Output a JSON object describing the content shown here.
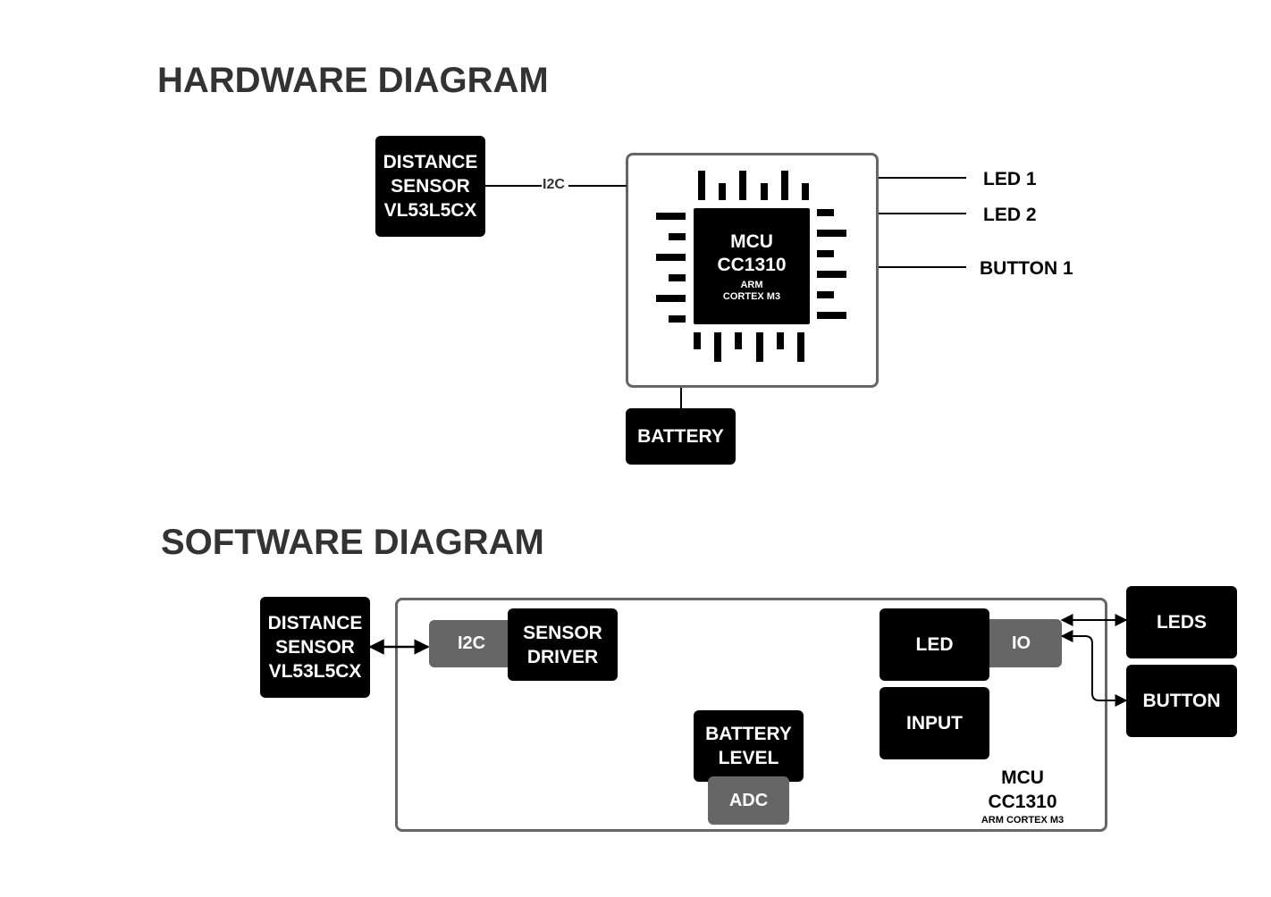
{
  "hardware": {
    "title": "HARDWARE DIAGRAM",
    "sensor": "DISTANCE\nSENSOR\nVL53L5CX",
    "bus_label": "I2C",
    "mcu_name": "MCU",
    "mcu_model": "CC1310",
    "mcu_core": "ARM\nCORTEX M3",
    "battery": "BATTERY",
    "led1": "LED 1",
    "led2": "LED 2",
    "button1": "BUTTON 1"
  },
  "software": {
    "title": "SOFTWARE DIAGRAM",
    "sensor": "DISTANCE\nSENSOR\nVL53L5CX",
    "i2c": "I2C",
    "sensor_driver": "SENSOR\nDRIVER",
    "battery_level": "BATTERY\nLEVEL",
    "adc": "ADC",
    "led": "LED",
    "io": "IO",
    "input": "INPUT",
    "leds": "LEDS",
    "button": "BUTTON",
    "mcu_name": "MCU",
    "mcu_model": "CC1310",
    "mcu_core": "ARM CORTEX M3"
  }
}
